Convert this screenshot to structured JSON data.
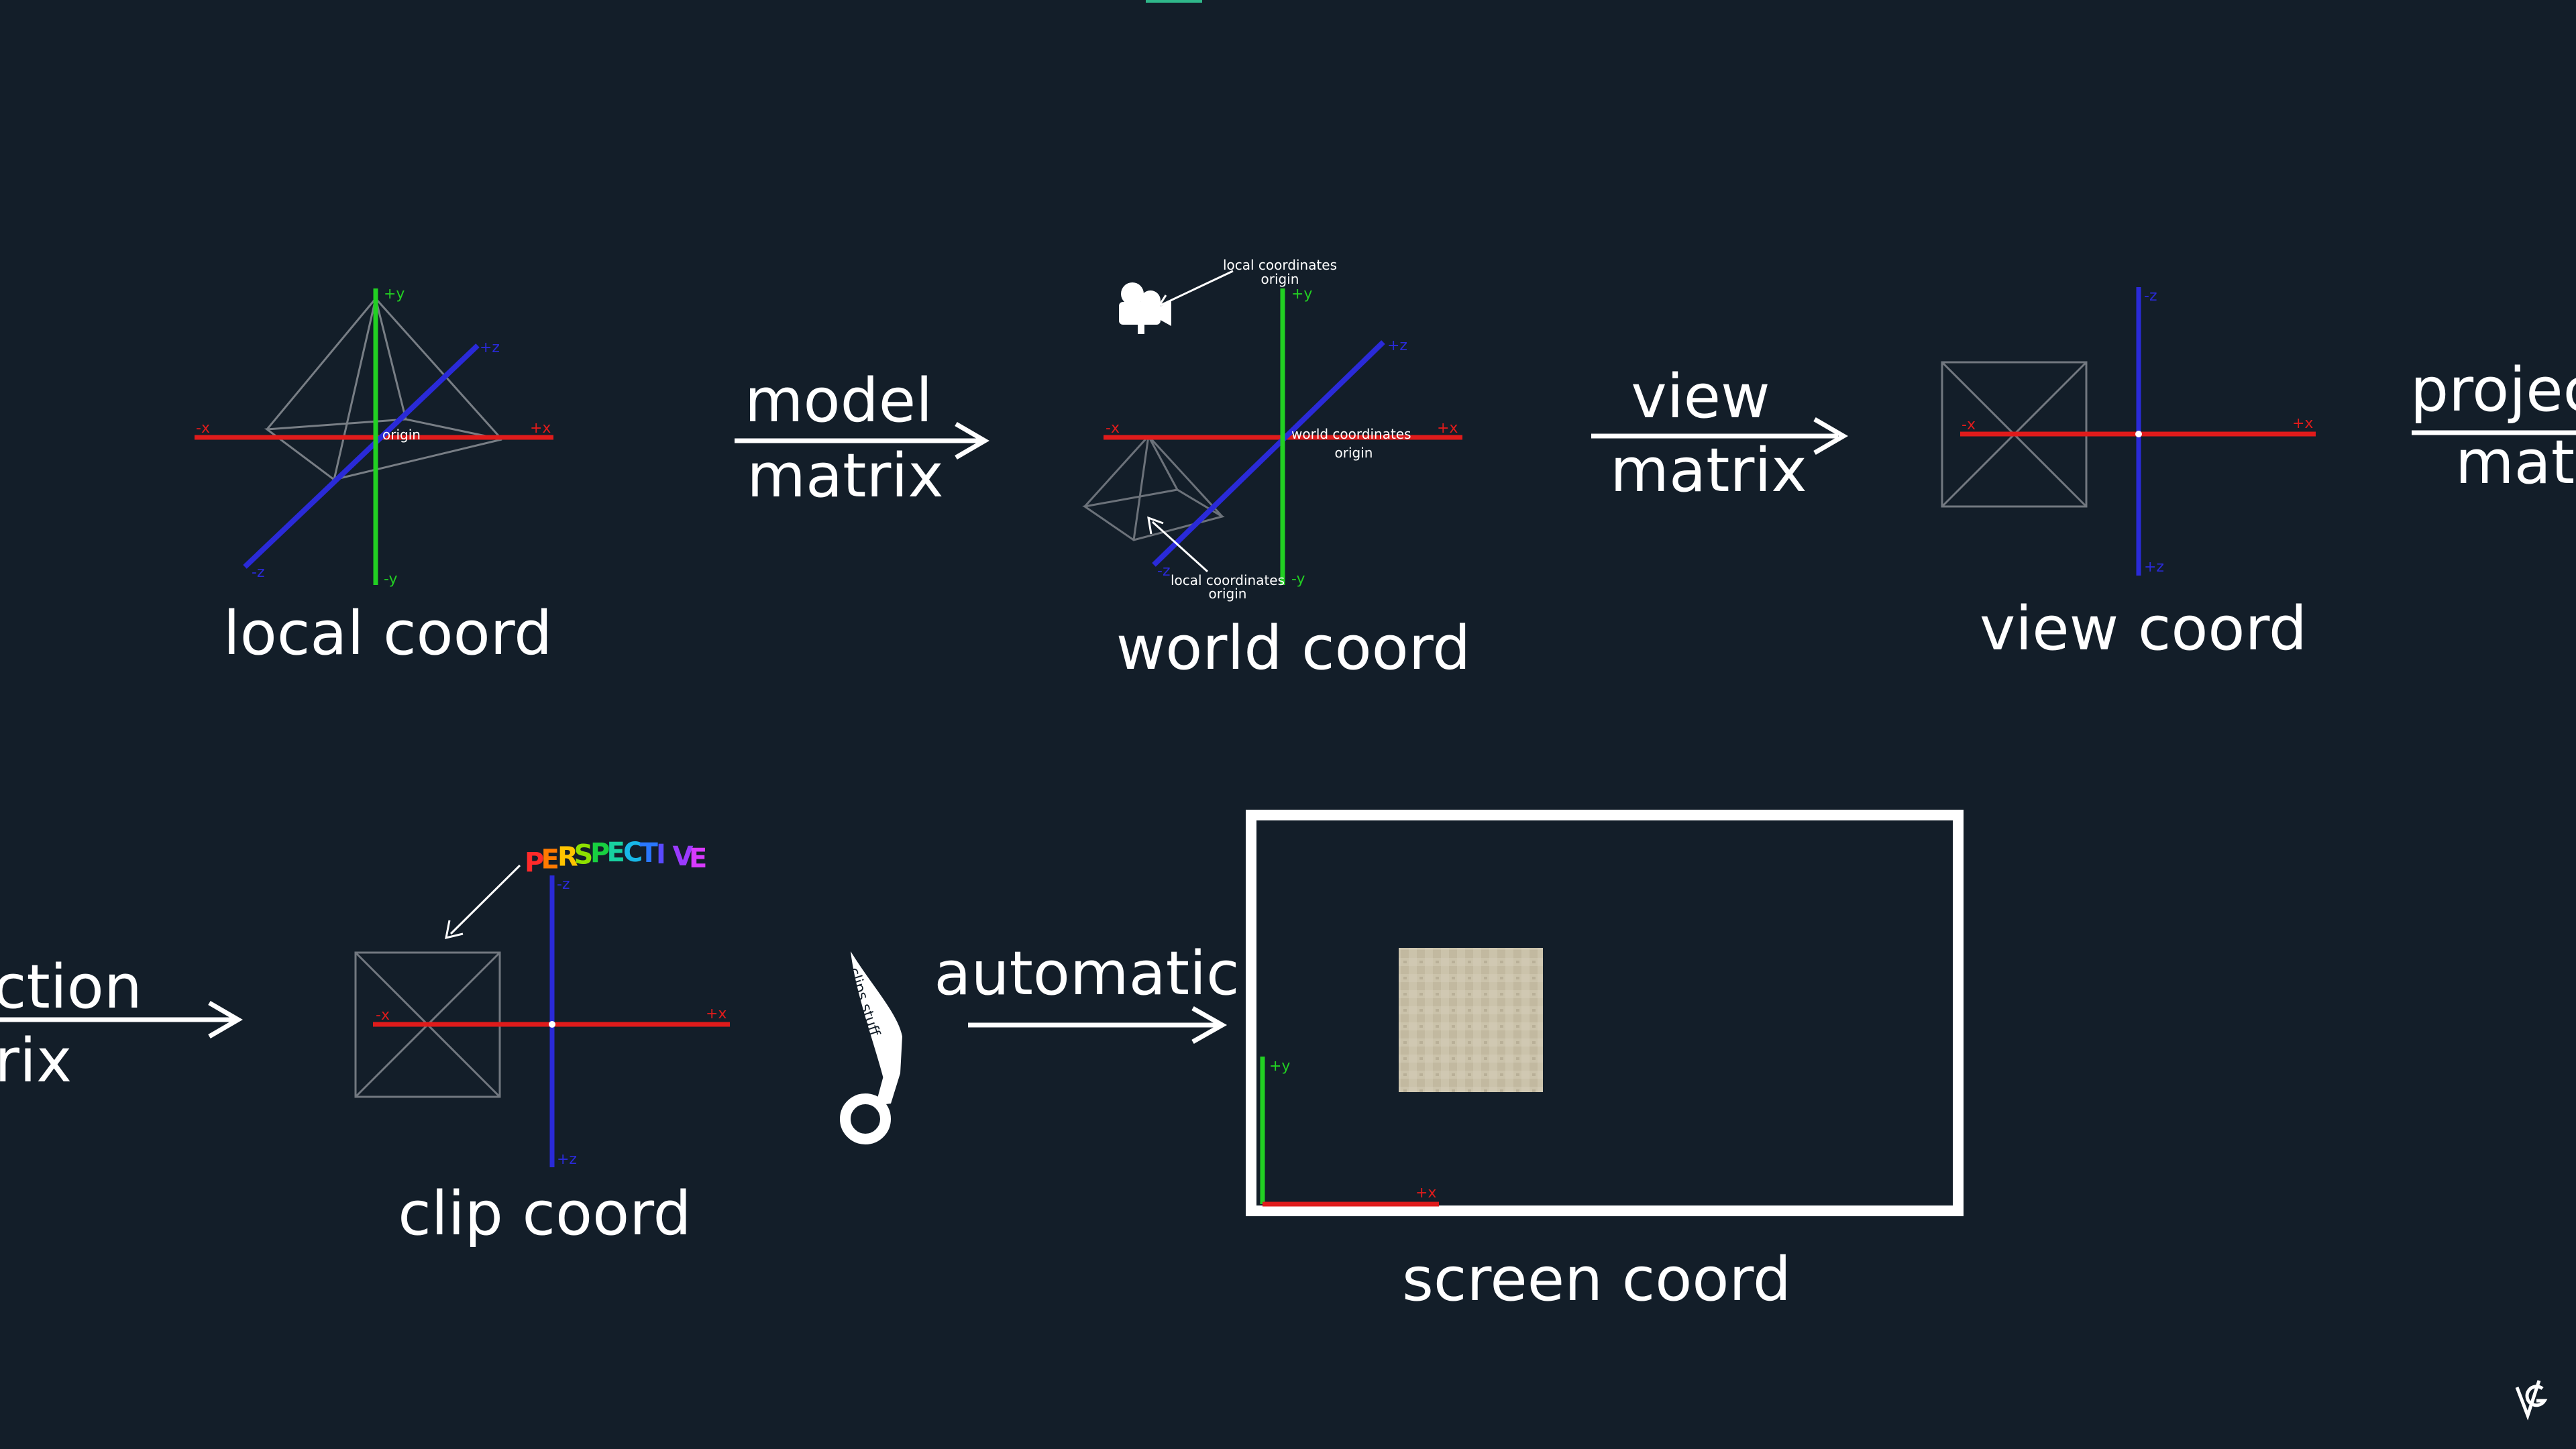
{
  "colors": {
    "background": "#131e29",
    "x_axis": "#e01b1b",
    "y_axis": "#22d022",
    "z_axis": "#2a2ad8",
    "text": "#ffffff",
    "ghost": "#8a8f96",
    "textured_square": "#c9c0a8"
  },
  "stages": {
    "local": {
      "title": "local coord",
      "origin": "origin",
      "ticks": {
        "pos_y": "+y",
        "neg_y": "-y",
        "pos_x": "+x",
        "neg_x": "-x",
        "pos_z": "+z",
        "neg_z": "-z"
      }
    },
    "world": {
      "title": "world coord",
      "world_origin_line1": "world coordinates",
      "world_origin_line2": "origin",
      "local_origin_top_line1": "local coordinates",
      "local_origin_top_line2": "origin",
      "local_origin_bottom_line1": "local coordinates",
      "local_origin_bottom_line2": "origin",
      "ticks": {
        "pos_y": "+y",
        "neg_y": "-y",
        "pos_x": "+x",
        "neg_x": "-x",
        "pos_z": "+z",
        "neg_z": "-z"
      },
      "camera_icon": "movie-camera-icon"
    },
    "view": {
      "title": "view coord",
      "ticks": {
        "pos_x": "+x",
        "neg_x": "-x",
        "pos_z": "+z",
        "neg_z": "-z"
      }
    },
    "clip": {
      "title": "clip coord",
      "perspective_letters": [
        {
          "char": "P",
          "color": "#ff2a2a"
        },
        {
          "char": "E",
          "color": "#ff7a00"
        },
        {
          "char": "R",
          "color": "#ffc400"
        },
        {
          "char": "S",
          "color": "#8ee000"
        },
        {
          "char": "P",
          "color": "#18d040"
        },
        {
          "char": "E",
          "color": "#18d0a0"
        },
        {
          "char": "C",
          "color": "#18b8e8"
        },
        {
          "char": "T",
          "color": "#2a78ff"
        },
        {
          "char": "I",
          "color": "#5a4aff"
        },
        {
          "char": "V",
          "color": "#9a3aff"
        },
        {
          "char": "E",
          "color": "#d83aff"
        }
      ],
      "ticks": {
        "pos_x": "+x",
        "neg_x": "-x",
        "pos_z": "+z",
        "neg_z": "-z"
      }
    },
    "screen": {
      "title": "screen coord",
      "ticks": {
        "pos_y": "+y",
        "pos_x": "+x"
      }
    }
  },
  "arrows": {
    "model_line1": "model",
    "model_line2": "matrix",
    "view_line1": "view",
    "view_line2": "matrix",
    "proj_top_line1": "projec",
    "proj_top_line2": "mat",
    "proj_bottom_line1": "ction",
    "proj_bottom_line2": "rix",
    "auto": "automatic"
  },
  "clipping": {
    "label": "clips stuff",
    "icon": "scissors-icon"
  },
  "watermark": {
    "icon": "channel-logo-icon"
  }
}
